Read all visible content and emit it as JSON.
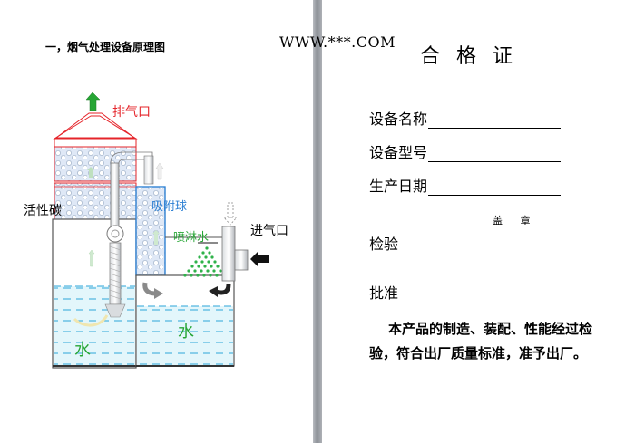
{
  "diagram": {
    "title": "一，烟气处理设备原理图",
    "labels": {
      "exhaust": "排气口",
      "activated_carbon": "活性碳",
      "adsorption_ball": "吸附球",
      "spray_water": "喷淋水",
      "inlet": "进气口",
      "water_left": "水",
      "water_right": "水"
    },
    "colors": {
      "red": "#e5242a",
      "blue": "#2b7fd3",
      "green": "#27a635",
      "gray": "#6d6d6d",
      "water": "#e3f6fb"
    }
  },
  "watermark": "WWW.***.COM",
  "certificate": {
    "title": "合格证",
    "fields": [
      {
        "label": "设备名称"
      },
      {
        "label": "设备型号"
      },
      {
        "label": "生产日期"
      }
    ],
    "seal": "盖 章",
    "inspection": "检验",
    "approval": "批准",
    "statement": "本产品的制造、装配、性能经过检验，符合出厂质量标准，准予出厂。"
  }
}
